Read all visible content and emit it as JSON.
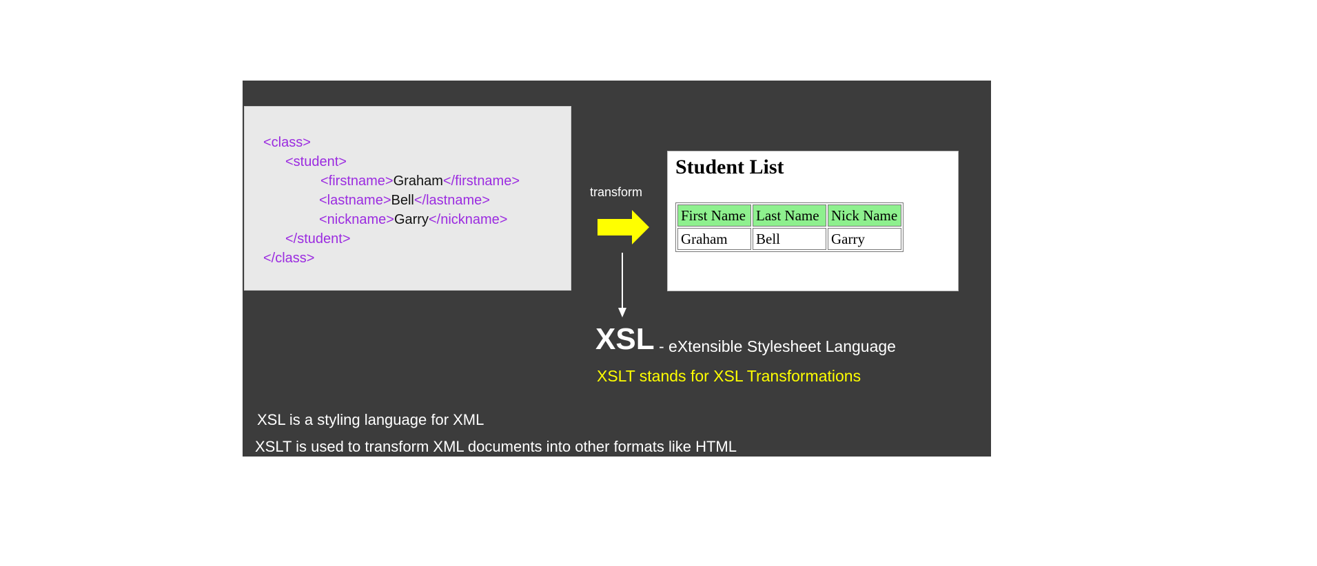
{
  "xml": {
    "l1": "<class>",
    "l2": "<student>",
    "firstname_open": "<firstname>",
    "firstname_value": "Graham",
    "firstname_close": "</firstname>",
    "lastname_open": "<lastname>",
    "lastname_value": "Bell",
    "lastname_close": "</lastname>",
    "nickname_open": "<nickname>",
    "nickname_value": "Garry",
    "nickname_close": "</nickname>",
    "l6": "</student>",
    "l7": "</class>"
  },
  "transform_label": "transform",
  "html_output": {
    "title": "Student List",
    "headers": [
      "First Name",
      "Last Name",
      "Nick Name"
    ],
    "row": [
      "Graham",
      "Bell",
      "Garry"
    ]
  },
  "xsl": {
    "abbr": "XSL",
    "definition": "- eXtensible Stylesheet Language",
    "xslt_line": "XSLT stands for XSL Transformations"
  },
  "notes": {
    "n1": "XSL is a styling language for XML",
    "n2": "XSLT is used to transform XML documents into other formats like HTML"
  },
  "colors": {
    "slide_bg": "#3c3c3c",
    "xml_tag": "#9b2be0",
    "arrow": "#ffff00",
    "table_header": "#8ef08e",
    "highlight_text": "#ffff00"
  },
  "icons": {
    "right_arrow": "arrow-right-icon",
    "down_arrow": "arrow-down-icon"
  }
}
